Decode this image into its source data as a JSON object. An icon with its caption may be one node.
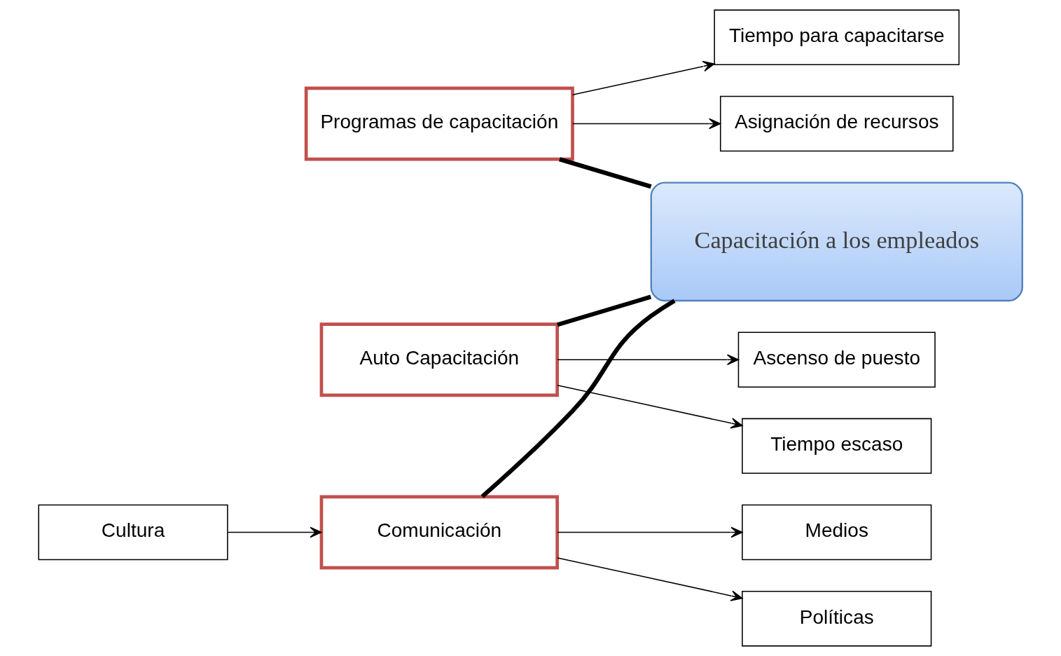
{
  "diagram": {
    "nodes": [
      {
        "text": [
          "Programas de capacitación"
        ]
      },
      {
        "text": [
          "Auto Capacitación"
        ]
      },
      {
        "text": [
          "Asignación de recursos"
        ]
      },
      {
        "text": [
          "Tiempo para capacitarse"
        ]
      },
      {
        "text": [
          "Tiempo escaso"
        ]
      },
      {
        "text": [
          "Ascenso de puesto"
        ]
      },
      {
        "text": [
          "Capacitación a los empleados"
        ]
      },
      {
        "text": [
          "Cultura"
        ]
      },
      {
        "text": [
          "Políticas"
        ]
      },
      {
        "text": [
          "Medios"
        ]
      },
      {
        "text": [
          "Comunicación"
        ]
      }
    ],
    "edges": [
      {
        "from": 0,
        "to": 6,
        "arrow": "none",
        "style": "thick"
      },
      {
        "from": 1,
        "to": 6,
        "arrow": "none",
        "style": "thick"
      },
      {
        "from": 10,
        "to": 6,
        "arrow": "none",
        "style": "thick"
      },
      {
        "from": 0,
        "to": 2,
        "arrow": "to"
      },
      {
        "from": 0,
        "to": 3,
        "arrow": "to"
      },
      {
        "from": 1,
        "to": 4,
        "arrow": "to"
      },
      {
        "from": 1,
        "to": 5,
        "arrow": "to"
      },
      {
        "from": 7,
        "to": 10,
        "arrow": "to"
      },
      {
        "from": 10,
        "to": 8,
        "arrow": "to"
      },
      {
        "from": 10,
        "to": 9,
        "arrow": "to"
      }
    ]
  }
}
